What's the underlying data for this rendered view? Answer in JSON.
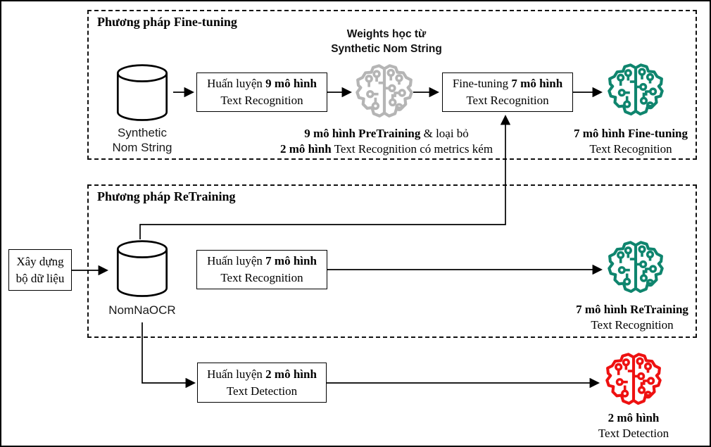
{
  "colors": {
    "pretrained_model": "#b5b5b5",
    "recognition_model": "#0f856e",
    "detection_model": "#ee1111",
    "line": "#000000"
  },
  "icons": {
    "model": "brain-circuit-icon",
    "dataset": "database-cylinder-icon"
  },
  "finetuning": {
    "title": "Phương pháp Fine-tuning",
    "weights_note": {
      "line1": "Weights học từ",
      "line2": "Synthetic Nom String"
    },
    "dataset": {
      "line1": "Synthetic",
      "line2": "Nom String"
    },
    "train_box": {
      "line1": [
        {
          "t": "Huấn luyện ",
          "b": false
        },
        {
          "t": "9 mô hình",
          "b": true
        }
      ],
      "line2": "Text Recognition"
    },
    "pretrain_caption": {
      "line1": [
        {
          "t": "9 mô hình PreTraining",
          "b": true
        },
        {
          "t": " & loại bỏ",
          "b": false
        }
      ],
      "line2": [
        {
          "t": "2 mô hình",
          "b": true
        },
        {
          "t": " Text Recognition có metrics kém",
          "b": false
        }
      ]
    },
    "finetune_box": {
      "line1": [
        {
          "t": "Fine-tuning ",
          "b": false
        },
        {
          "t": "7 mô hình",
          "b": true
        }
      ],
      "line2": "Text Recognition"
    },
    "output": {
      "line1": "7 mô hình Fine-tuning",
      "line2": "Text Recognition"
    }
  },
  "retraining": {
    "title": "Phương pháp ReTraining",
    "dataset": {
      "name": "NomNaOCR"
    },
    "train_box": {
      "line1": [
        {
          "t": "Huấn luyện ",
          "b": false
        },
        {
          "t": "7 mô hình",
          "b": true
        }
      ],
      "line2": "Text Recognition"
    },
    "output": {
      "line1": "7 mô hình ReTraining",
      "line2": "Text Recognition"
    }
  },
  "build_dataset_box": {
    "line1": "Xây dựng",
    "line2": "bộ dữ liệu"
  },
  "detection": {
    "train_box": {
      "line1": [
        {
          "t": "Huấn luyện ",
          "b": false
        },
        {
          "t": "2 mô hình",
          "b": true
        }
      ],
      "line2": "Text Detection"
    },
    "output": {
      "line1": "2 mô hình",
      "line2": "Text Detection"
    }
  }
}
